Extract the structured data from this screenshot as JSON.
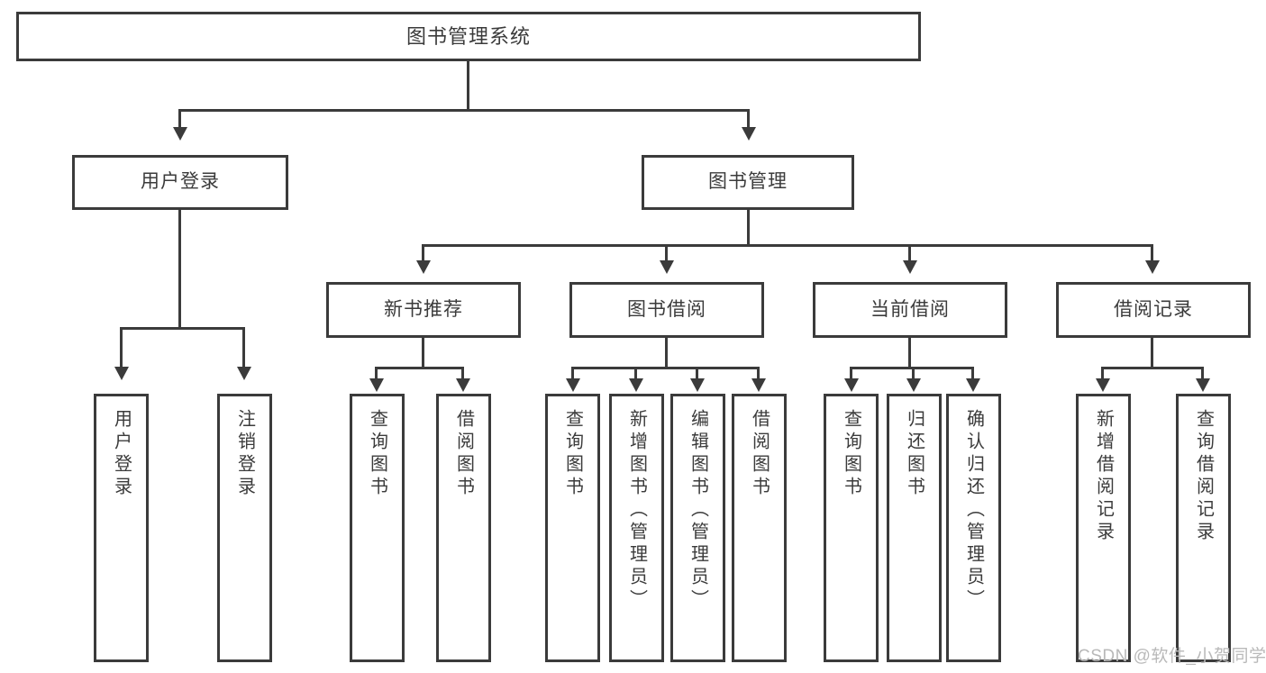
{
  "diagram": {
    "type": "tree-hierarchy-flowchart",
    "title": "图书管理系统",
    "watermark": "CSDN @软件_小贺同学",
    "colors": {
      "stroke": "#3b3b3b",
      "fill": "#ffffff",
      "watermark": "#b9b9b9"
    },
    "nodes": {
      "root": {
        "label": "图书管理系统"
      },
      "level2": [
        {
          "id": "user-login",
          "label": "用户登录"
        },
        {
          "id": "book-manage",
          "label": "图书管理"
        }
      ],
      "level3": [
        {
          "id": "new-book-recommend",
          "label": "新书推荐"
        },
        {
          "id": "book-borrow",
          "label": "图书借阅"
        },
        {
          "id": "current-borrow",
          "label": "当前借阅"
        },
        {
          "id": "borrow-record",
          "label": "借阅记录"
        }
      ],
      "leaves": {
        "user-login": [
          {
            "id": "leaf-user-login",
            "label": "用户登录"
          },
          {
            "id": "leaf-logout",
            "label": "注销登录"
          }
        ],
        "new-book-recommend": [
          {
            "id": "leaf-query-book-1",
            "label": "查询图书"
          },
          {
            "id": "leaf-borrow-book-1",
            "label": "借阅图书"
          }
        ],
        "book-borrow": [
          {
            "id": "leaf-query-book-2",
            "label": "查询图书"
          },
          {
            "id": "leaf-add-book",
            "label": "新增图书（管理员）"
          },
          {
            "id": "leaf-edit-book",
            "label": "编辑图书（管理员）"
          },
          {
            "id": "leaf-borrow-book-2",
            "label": "借阅图书"
          }
        ],
        "current-borrow": [
          {
            "id": "leaf-query-book-3",
            "label": "查询图书"
          },
          {
            "id": "leaf-return-book",
            "label": "归还图书"
          },
          {
            "id": "leaf-confirm-return",
            "label": "确认归还（管理员）"
          }
        ],
        "borrow-record": [
          {
            "id": "leaf-add-record",
            "label": "新增借阅记录"
          },
          {
            "id": "leaf-query-record",
            "label": "查询借阅记录"
          }
        ]
      }
    }
  }
}
